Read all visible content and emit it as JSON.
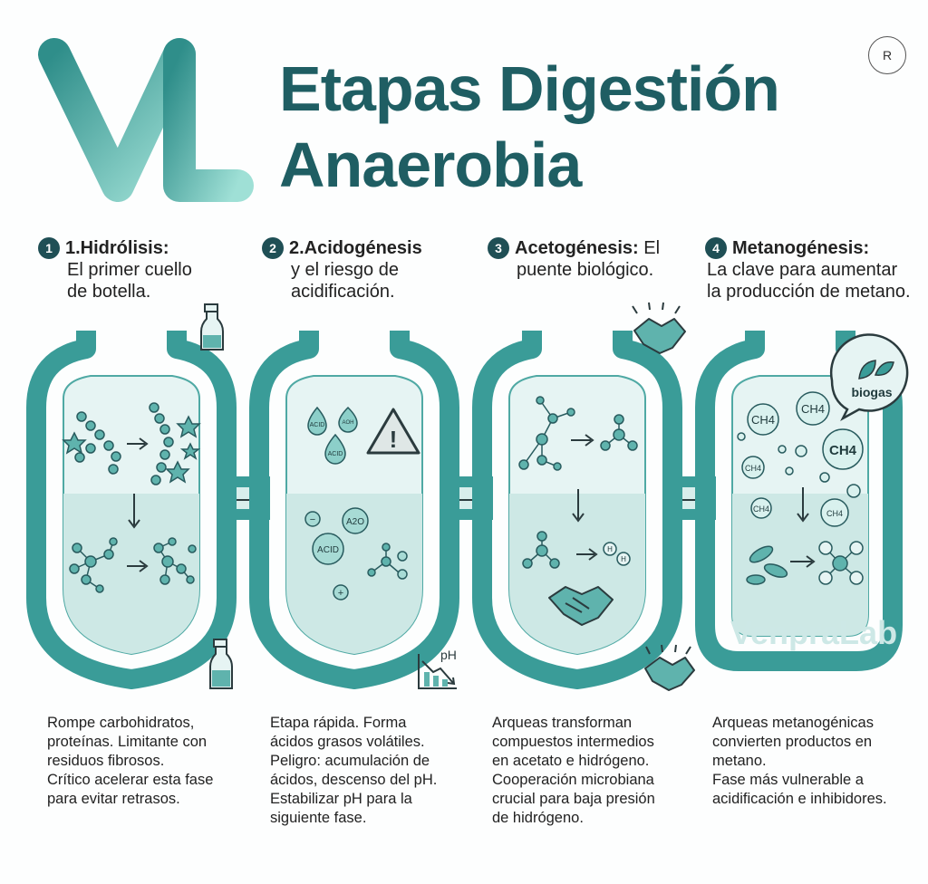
{
  "logo_text": "VL",
  "title_lines": [
    "Etapas Digestión",
    "Anaerobia"
  ],
  "registered_mark": "R",
  "watermark": "VenpraLab",
  "colors": {
    "teal": "#3a9c98",
    "teal_dark": "#1f5e63",
    "fill": "#d8eeec",
    "badge": "#1f4f55"
  },
  "stages": [
    {
      "num": "1",
      "title": "1.Hidrólisis:",
      "subtitle_lines": [
        "El primer cuello",
        "de botella."
      ],
      "description_lines": [
        "Rompe carbohidratos,",
        "proteínas. Limitante con",
        "residuos fibrosos.",
        "Crítico acelerar esta fase",
        "para evitar retrasos."
      ],
      "icons": [
        "bottle-icon",
        "bottle-half-icon"
      ]
    },
    {
      "num": "2",
      "title": "2.Acidogénesis",
      "subtitle_lines": [
        "y el riesgo de",
        "acidificación."
      ],
      "description_lines": [
        "Etapa rápida. Forma",
        "ácidos grasos volátiles.",
        "Peligro: acumulación de",
        "ácidos, descenso del pH.",
        "Estabilizar pH para la",
        "siguiente fase."
      ],
      "labels": [
        "ACID",
        "AOH",
        "ACID",
        "A2O",
        "ACID",
        "pH"
      ],
      "icons": [
        "warning-icon",
        "ph-drop-chart-icon"
      ]
    },
    {
      "num": "3",
      "title": "Acetogénesis:",
      "title_tail": " El",
      "subtitle_lines": [
        "puente biológico."
      ],
      "description_lines": [
        "Arqueas transforman",
        "compuestos intermedios",
        "en acetato e hidrógeno.",
        "Cooperación microbiana",
        "crucial para baja presión",
        "de hidrógeno."
      ],
      "labels": [
        "H",
        "H"
      ],
      "icons": [
        "handshake-icon"
      ]
    },
    {
      "num": "4",
      "title": "Metanogénesis:",
      "subtitle_lines": [
        "La clave para aumentar",
        "la producción de metano."
      ],
      "description_lines": [
        "Arqueas metanogénicas",
        "convierten productos en",
        "metano.",
        "Fase más vulnerable a",
        "acidificación e inhibidores."
      ],
      "bubble_label": "biogas",
      "ch4_labels": [
        "CH4",
        "CH4",
        "CH4",
        "CH4",
        "CH4",
        "CH4"
      ],
      "icons": [
        "biogas-leaf-icon",
        "bacteria-icon"
      ]
    }
  ]
}
